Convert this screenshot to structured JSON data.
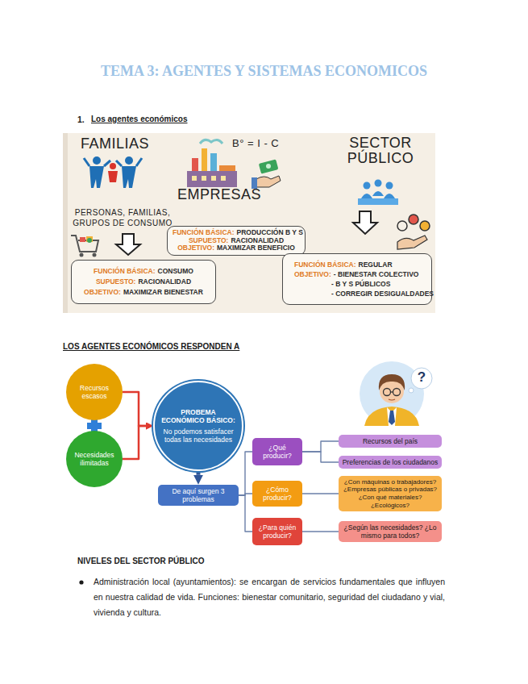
{
  "diagram": {
    "title": "TEMA 3: AGENTES Y SISTEMAS ECONOMICOS",
    "nodes": [
      {
        "text": [
          "FUNCIÓN BÁSICA:",
          "CONSUMO",
          "SUPUESTO:",
          "RACIONALIDAD",
          "OBJETIVO:",
          "MAXIMIZAR BIENESTAR"
        ]
      },
      {
        "text": [
          "FUNCIÓN BÁSICA:",
          "PRODUCCIÓN B Y S",
          "SUPUESTO:",
          "RACIONALIDAD",
          "OBJETIVO:",
          "MAXIMIZAR BENEFICIO"
        ]
      },
      {
        "text": [
          "FUNCIÓN BÁSICA:",
          "REGULAR",
          "OBJETIVO:",
          "- BIENESTAR COLECTIVO",
          "- B Y S PÚBLICOS",
          "- CORREGIR DESIGUALDADES"
        ]
      },
      {
        "text": [
          "Recursos escasos"
        ]
      },
      {
        "text": [
          "Necesidades ilimitadas"
        ]
      },
      {
        "text": [
          "PROBEMA ECONÓMICO BÁSICO:",
          "No podemos satisfacer todas las necesidades"
        ]
      },
      {
        "text": [
          "De aquí surgen 3 problemas"
        ]
      },
      {
        "text": [
          "¿Qué producir?"
        ]
      },
      {
        "text": [
          "Recursos del país"
        ]
      },
      {
        "text": [
          "Preferencias de los ciudadanos"
        ]
      },
      {
        "text": [
          "¿Cómo producir?"
        ]
      },
      {
        "text": [
          "¿Con máquinas o trabajadores? ¿Empresas públicas o privadas? ¿Con qué materiales? ¿Ecológicos?"
        ]
      },
      {
        "text": [
          "¿Para quién producir?"
        ]
      },
      {
        "text": [
          "¿Según las necesidades? ¿Lo mismo para todos?"
        ]
      }
    ],
    "edges": [
      {
        "from": 3,
        "to": 5,
        "arrow": "to"
      },
      {
        "from": 4,
        "to": 5,
        "arrow": "to"
      },
      {
        "from": 5,
        "to": 6,
        "arrow": "to"
      },
      {
        "from": 6,
        "to": 7,
        "arrow": "none"
      },
      {
        "from": 6,
        "to": 10,
        "arrow": "none"
      },
      {
        "from": 6,
        "to": 12,
        "arrow": "none"
      },
      {
        "from": 7,
        "to": 8,
        "arrow": "none"
      },
      {
        "from": 7,
        "to": 9,
        "arrow": "none"
      },
      {
        "from": 10,
        "to": 11,
        "arrow": "none"
      },
      {
        "from": 12,
        "to": 13,
        "arrow": "none"
      }
    ],
    "labels": [
      "1.",
      "Los agentes económicos",
      "FAMILIAS",
      "B° = I - C",
      "SECTOR PÚBLICO",
      "EMPRESAS",
      "PERSONAS, FAMILIAS, GRUPOS DE CONSUMO",
      "LOS AGENTES ECONÓMICOS RESPONDEN A",
      "?",
      "NIVELES DEL SECTOR PÚBLICO",
      "Administración local (ayuntamientos): se encargan de servicios fundamentales que influyen en nuestra calidad de vida. Funciones: bienestar comunitario, seguridad del ciudadano y vial, vivienda y cultura."
    ]
  }
}
